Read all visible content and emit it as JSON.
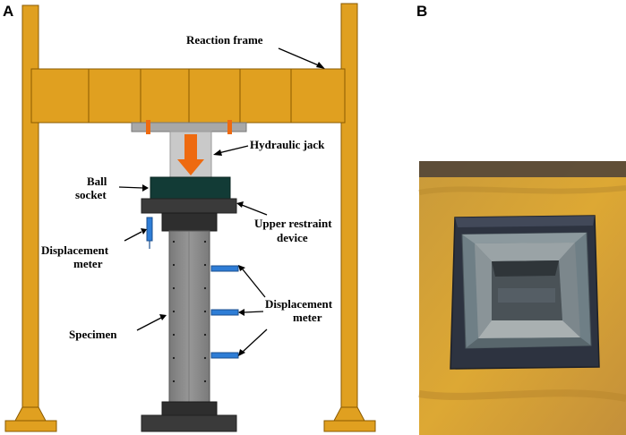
{
  "panels": {
    "a_letter": "A",
    "b_letter": "B"
  },
  "labels": {
    "reaction_frame": "Reaction frame",
    "hydraulic_jack": "Hydraulic jack",
    "ball_socket_line1": "Ball",
    "ball_socket_line2": "socket",
    "upper_restraint_line1": "Upper restraint",
    "upper_restraint_line2": "device",
    "disp_meter_left_line1": "Displacement",
    "disp_meter_left_line2": "meter",
    "disp_meter_right_line1": "Displacement",
    "disp_meter_right_line2": "meter",
    "specimen": "Specimen"
  },
  "colors": {
    "frame": "#E0A020",
    "frame_stroke": "#8A5A00",
    "jack": "#C9C9C9",
    "arrow": "#EE6A10",
    "ball_socket": "#123B36",
    "restraint": "#3A3A3A",
    "specimen": "#8A8A8A",
    "meter": "#2E7DD6",
    "photo_background": "#D8A032"
  }
}
